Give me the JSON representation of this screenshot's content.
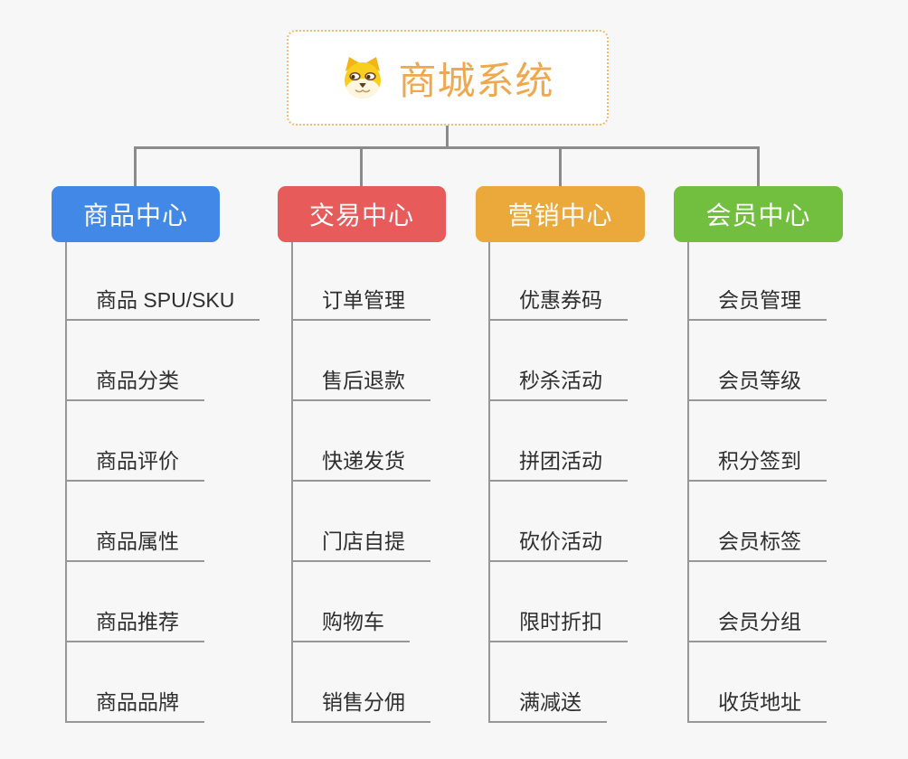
{
  "page": {
    "background": "#F7F7F7",
    "connector_color": "#8B8B8B",
    "leaf_line_color": "#979797"
  },
  "root": {
    "title": "商城系统",
    "title_color": "#F0A84E",
    "border_color": "#F3BB72",
    "icon": "dog-face-icon"
  },
  "branches": [
    {
      "label": "商品中心",
      "color": "#4289E7",
      "children": [
        "商品 SPU/SKU",
        "商品分类",
        "商品评价",
        "商品属性",
        "商品推荐",
        "商品品牌"
      ]
    },
    {
      "label": "交易中心",
      "color": "#E85B5B",
      "children": [
        "订单管理",
        "售后退款",
        "快递发货",
        "门店自提",
        "购物车",
        "销售分佣"
      ]
    },
    {
      "label": "营销中心",
      "color": "#EBA83B",
      "children": [
        "优惠券码",
        "秒杀活动",
        "拼团活动",
        "砍价活动",
        "限时折扣",
        "满减送"
      ]
    },
    {
      "label": "会员中心",
      "color": "#72BF3F",
      "children": [
        "会员管理",
        "会员等级",
        "积分签到",
        "会员标签",
        "会员分组",
        "收货地址"
      ]
    }
  ]
}
